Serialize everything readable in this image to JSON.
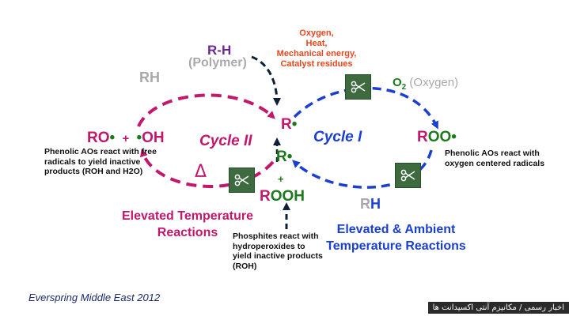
{
  "colors": {
    "magenta": "#c2186b",
    "blue": "#1b3fd0",
    "green": "#1c7a1c",
    "orange": "#e8461d",
    "gray": "#a9a9a9",
    "dark_navy": "#0f1f3a",
    "purple": "#6b2a8f",
    "icon_green": "#3d6b3f"
  },
  "rh_polymer": {
    "rh": "R-H",
    "polymer": "(Polymer)"
  },
  "oxygen_sources": [
    "Oxygen,",
    "Heat,",
    "Mechanical energy,",
    "Catalyst residues"
  ],
  "rh_left": "RH",
  "rh_right": {
    "r": "R",
    "h": "H"
  },
  "oxygen": {
    "o": "O",
    "sub": "2",
    "label": "(Oxygen)"
  },
  "cycle2": "Cycle II",
  "cycle1": "Cycle I",
  "ro_oh": {
    "ro": "RO",
    "plus": "+",
    "oh": "OH"
  },
  "roo": {
    "r": "R",
    "oo": "OO"
  },
  "r_center": "R",
  "plus_center": "+",
  "rooh": {
    "r": "R",
    "ooh": "OOH"
  },
  "dot": "•",
  "delta": "Δ",
  "note_left": "Phenolic AOs react with free radicals to yield inactive products (ROH and H2O)",
  "note_right": "Phenolic AOs react with oxygen centered radicals",
  "note_center": "Phosphites react with hydroperoxides to yield inactive products (ROH)",
  "elevated_temp": [
    "Elevated Temperature",
    "Reactions"
  ],
  "elevated_ambient": [
    "Elevated & Ambient",
    "Temperature Reactions"
  ],
  "footer": "Everspring Middle East 2012",
  "watermark": "اخبار رسمی / مکانیزم آنتی اکسیدانت ها",
  "icons": [
    "scissors-icon",
    "scissors-icon",
    "scissors-icon"
  ]
}
